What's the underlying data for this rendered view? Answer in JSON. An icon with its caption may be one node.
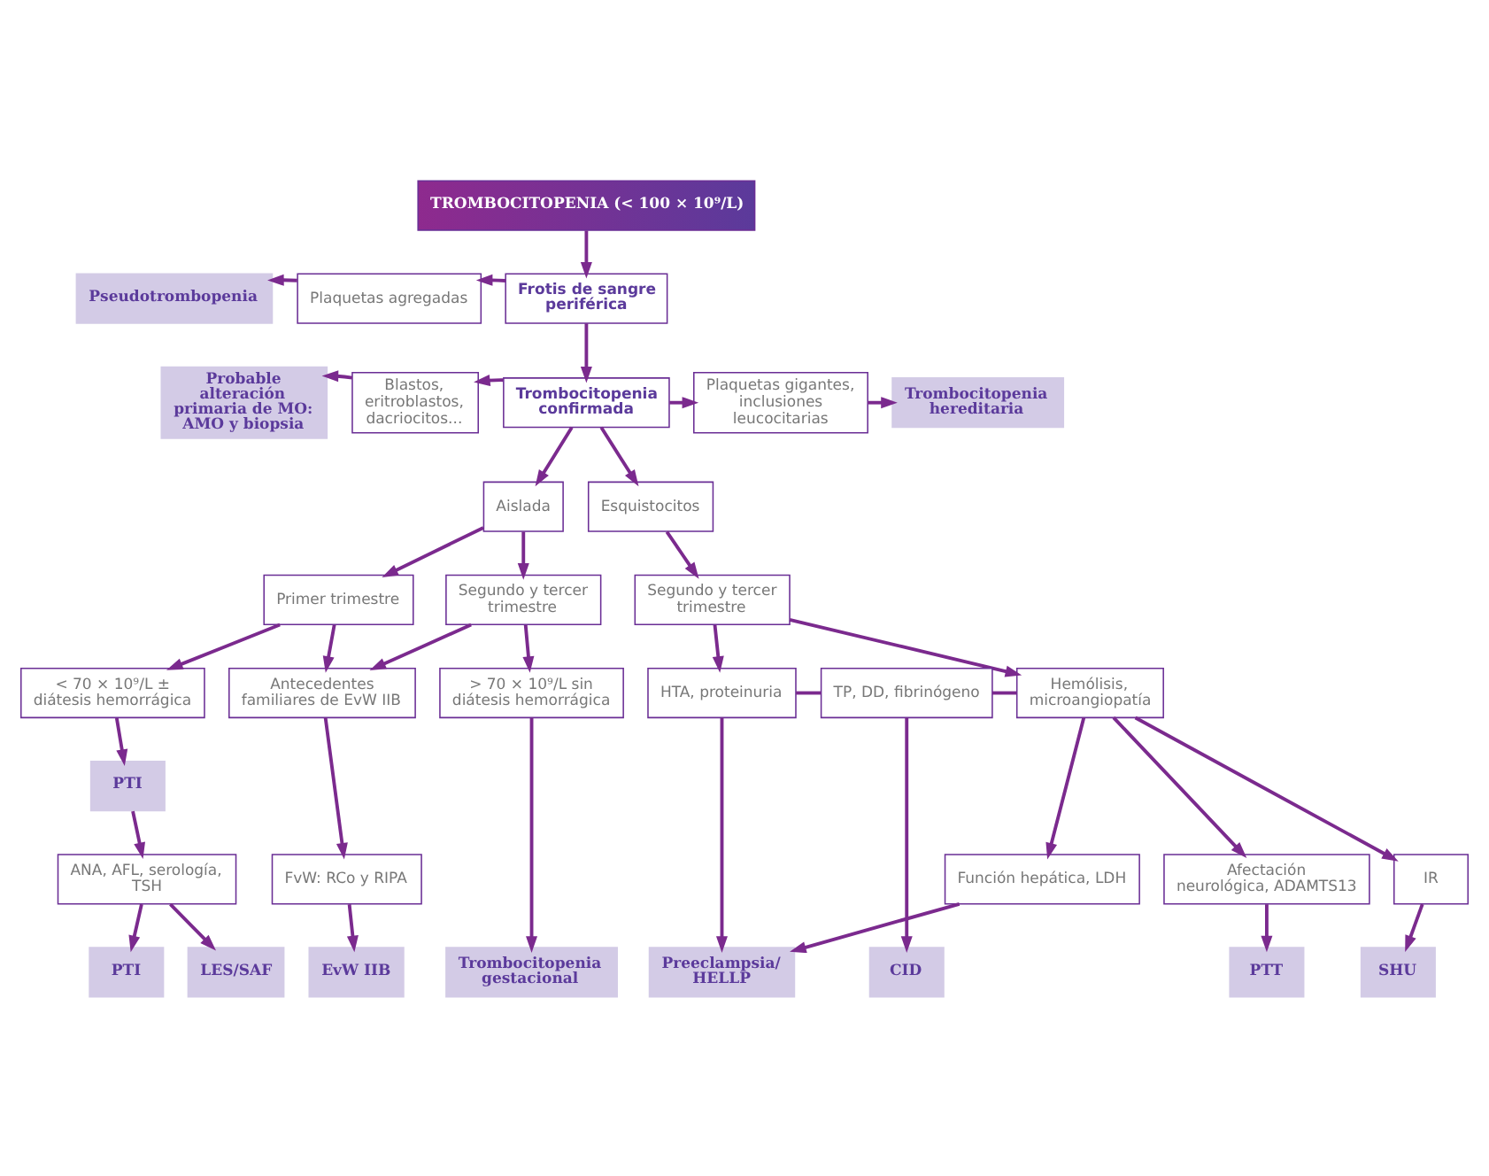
{
  "diagram": {
    "nodes": [
      {
        "text": [
          "TROMBOCITOPENIA (< 100 × 10⁹/L)"
        ]
      },
      {
        "text": [
          "Frotis de sangre periférica"
        ]
      },
      {
        "text": [
          "Plaquetas agregadas"
        ]
      },
      {
        "text": [
          "Pseudotrombopenia"
        ]
      },
      {
        "text": [
          "Trombocitopenia confirmada"
        ]
      },
      {
        "text": [
          "Blastos, eritroblastos, dacriocitos..."
        ]
      },
      {
        "text": [
          "Probable alteración primaria de MO: AMO y biopsia"
        ]
      },
      {
        "text": [
          "Plaquetas gigantes, inclusiones leucocitarias"
        ]
      },
      {
        "text": [
          "Trombocitopenia hereditaria"
        ]
      },
      {
        "text": [
          "Aislada"
        ]
      },
      {
        "text": [
          "Esquistocitos"
        ]
      },
      {
        "text": [
          "Primer trimestre"
        ]
      },
      {
        "text": [
          "Segundo y tercer trimestre"
        ]
      },
      {
        "text": [
          "Segundo y tercer trimestre"
        ]
      },
      {
        "text": [
          "< 70 × 10⁹/L ± diátesis hemorrágica"
        ]
      },
      {
        "text": [
          "Antecedentes familiares de EvW IIB"
        ]
      },
      {
        "text": [
          "> 70 × 10⁹/L sin diátesis hemorrágica"
        ]
      },
      {
        "text": [
          "HTA, proteinuria"
        ]
      },
      {
        "text": [
          "TP, DD, fibrinógeno"
        ]
      },
      {
        "text": [
          "Hemólisis, microangiopatía"
        ]
      },
      {
        "text": [
          "PTI"
        ]
      },
      {
        "text": [
          "FvW: RCo y RIPA"
        ]
      },
      {
        "text": [
          "ANA, AFL, serología, TSH"
        ]
      },
      {
        "text": [
          "Función hepática, LDH"
        ]
      },
      {
        "text": [
          "Afectación neurológica, ADAMTS13"
        ]
      },
      {
        "text": [
          "IR"
        ]
      },
      {
        "text": [
          "PTI"
        ]
      },
      {
        "text": [
          "LES/SAF"
        ]
      },
      {
        "text": [
          "EvW IIB"
        ]
      },
      {
        "text": [
          "Trombocitopenia gestacional"
        ]
      },
      {
        "text": [
          "Preeclampsia/ HELLP"
        ]
      },
      {
        "text": [
          "CID"
        ]
      },
      {
        "text": [
          "PTT"
        ]
      },
      {
        "text": [
          "SHU"
        ]
      }
    ],
    "edges": [
      {
        "from": 0,
        "to": 1,
        "arrow": "to"
      },
      {
        "from": 1,
        "to": 2,
        "arrow": "to"
      },
      {
        "from": 2,
        "to": 3,
        "arrow": "to"
      },
      {
        "from": 1,
        "to": 4,
        "arrow": "to"
      },
      {
        "from": 4,
        "to": 5,
        "arrow": "to"
      },
      {
        "from": 5,
        "to": 6,
        "arrow": "to"
      },
      {
        "from": 4,
        "to": 7,
        "arrow": "to"
      },
      {
        "from": 7,
        "to": 8,
        "arrow": "to"
      },
      {
        "from": 4,
        "to": 9,
        "arrow": "to"
      },
      {
        "from": 4,
        "to": 10,
        "arrow": "to"
      },
      {
        "from": 9,
        "to": 11,
        "arrow": "to"
      },
      {
        "from": 9,
        "to": 12,
        "arrow": "to"
      },
      {
        "from": 10,
        "to": 13,
        "arrow": "to"
      },
      {
        "from": 11,
        "to": 14,
        "arrow": "to"
      },
      {
        "from": 11,
        "to": 15,
        "arrow": "to"
      },
      {
        "from": 12,
        "to": 15,
        "arrow": "to"
      },
      {
        "from": 12,
        "to": 16,
        "arrow": "to"
      },
      {
        "from": 13,
        "to": 17,
        "arrow": "to"
      },
      {
        "from": 13,
        "to": 19,
        "arrow": "to"
      },
      {
        "from": 17,
        "to": 18,
        "arrow": "none"
      },
      {
        "from": 18,
        "to": 19,
        "arrow": "none"
      },
      {
        "from": 14,
        "to": 20,
        "arrow": "to"
      },
      {
        "from": 15,
        "to": 21,
        "arrow": "to"
      },
      {
        "from": 16,
        "to": 29,
        "arrow": "to"
      },
      {
        "from": 17,
        "to": 30,
        "arrow": "to"
      },
      {
        "from": 18,
        "to": 31,
        "arrow": "to"
      },
      {
        "from": 19,
        "to": 23,
        "arrow": "to"
      },
      {
        "from": 19,
        "to": 24,
        "arrow": "to"
      },
      {
        "from": 19,
        "to": 25,
        "arrow": "to"
      },
      {
        "from": 20,
        "to": 22,
        "arrow": "to"
      },
      {
        "from": 21,
        "to": 28,
        "arrow": "to"
      },
      {
        "from": 22,
        "to": 26,
        "arrow": "to"
      },
      {
        "from": 22,
        "to": 27,
        "arrow": "to"
      },
      {
        "from": 23,
        "to": 30,
        "arrow": "to"
      },
      {
        "from": 24,
        "to": 32,
        "arrow": "to"
      },
      {
        "from": 25,
        "to": 33,
        "arrow": "to"
      }
    ]
  }
}
